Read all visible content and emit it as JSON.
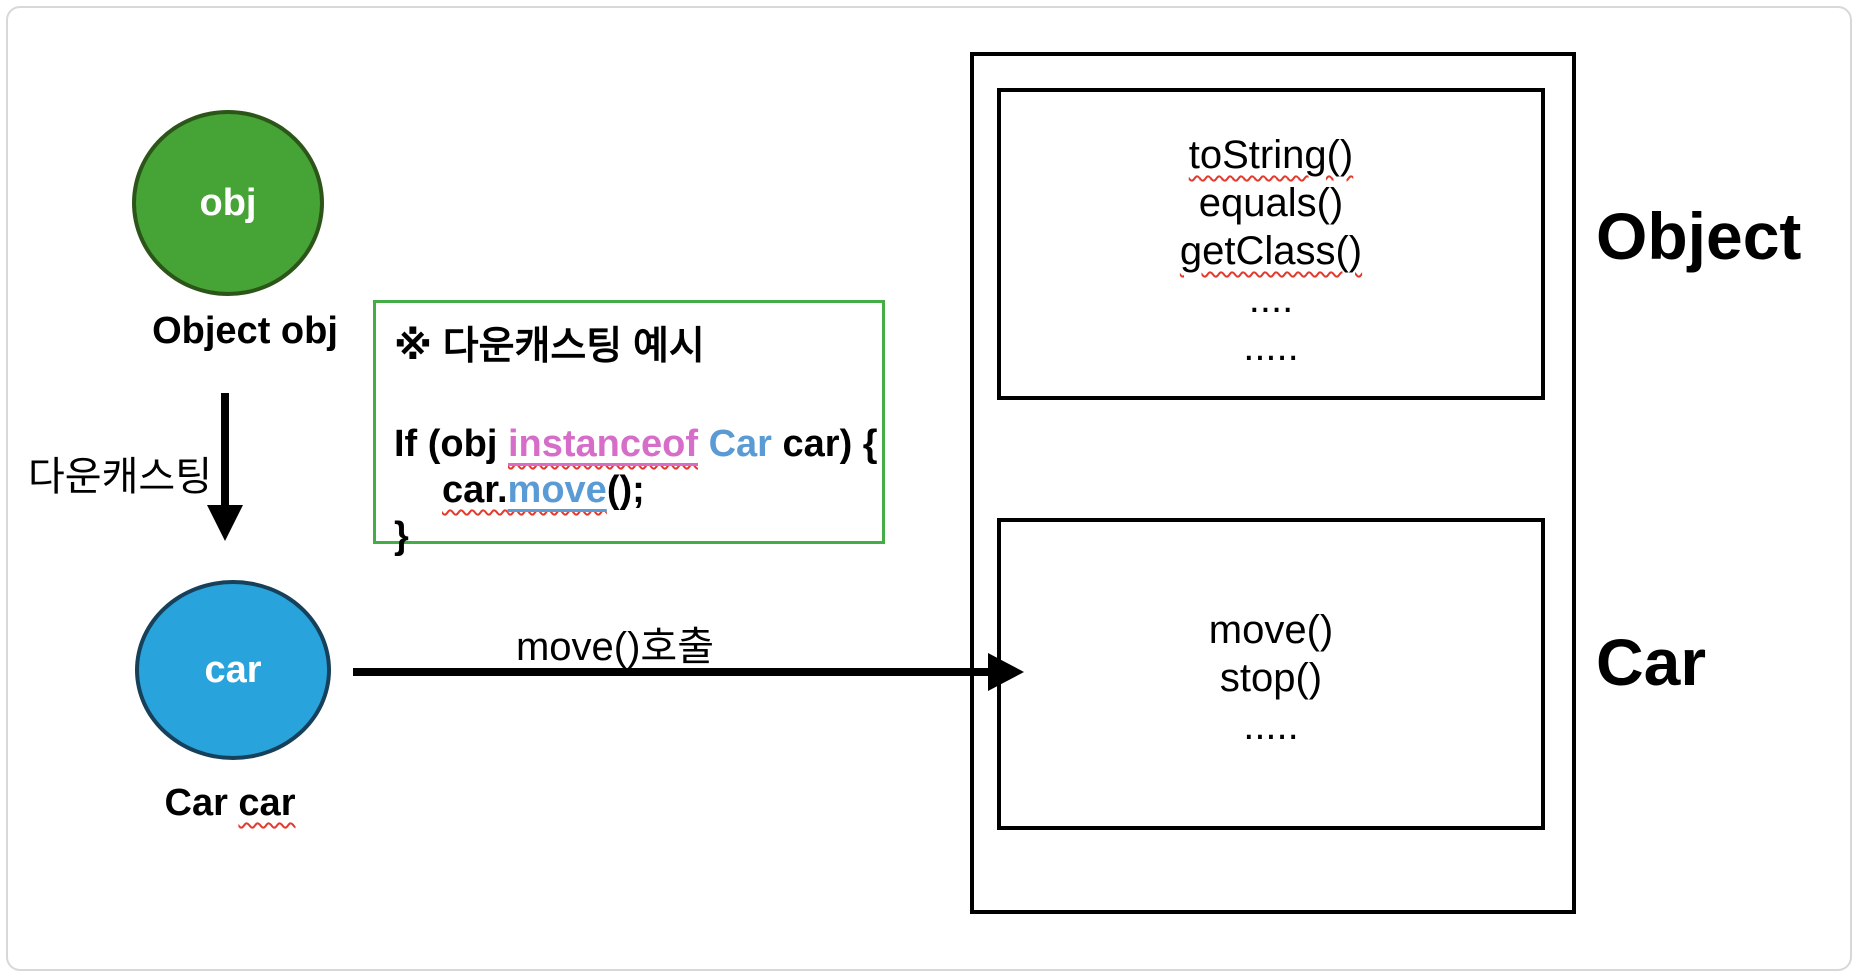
{
  "diagram": {
    "obj_circle": {
      "label": "obj",
      "caption": "Object obj",
      "fill_color": "#46a335",
      "stroke_color": "#2c5519"
    },
    "car_circle": {
      "label": "car",
      "caption_prefix": "Car ",
      "caption_var": "car",
      "fill_color": "#29a3db",
      "stroke_color": "#17405a"
    },
    "down_arrow_label": "다운캐스팅",
    "move_arrow_label": "move()호출",
    "code_box": {
      "title": "※ 다운캐스팅 예시",
      "line1_before": "If (obj ",
      "line1_keyword": "instanceof",
      "line1_type": "Car",
      "line1_after": " car) {",
      "line2_object": "car.",
      "line2_method": "move",
      "line2_after": "();",
      "line3": "}",
      "border_color": "#44ad45",
      "keyword_color": "#d66ec9",
      "type_color": "#5b9bd5",
      "squiggle_color": "#e23b2e"
    },
    "object_box": {
      "label": "Object",
      "methods": {
        "0": "toString()",
        "1": "equals()",
        "2": "getClass()",
        "3": "....",
        "4": "....."
      }
    },
    "car_box": {
      "label": "Car",
      "methods": {
        "0": "move()",
        "1": "stop()",
        "2": "....."
      }
    }
  }
}
